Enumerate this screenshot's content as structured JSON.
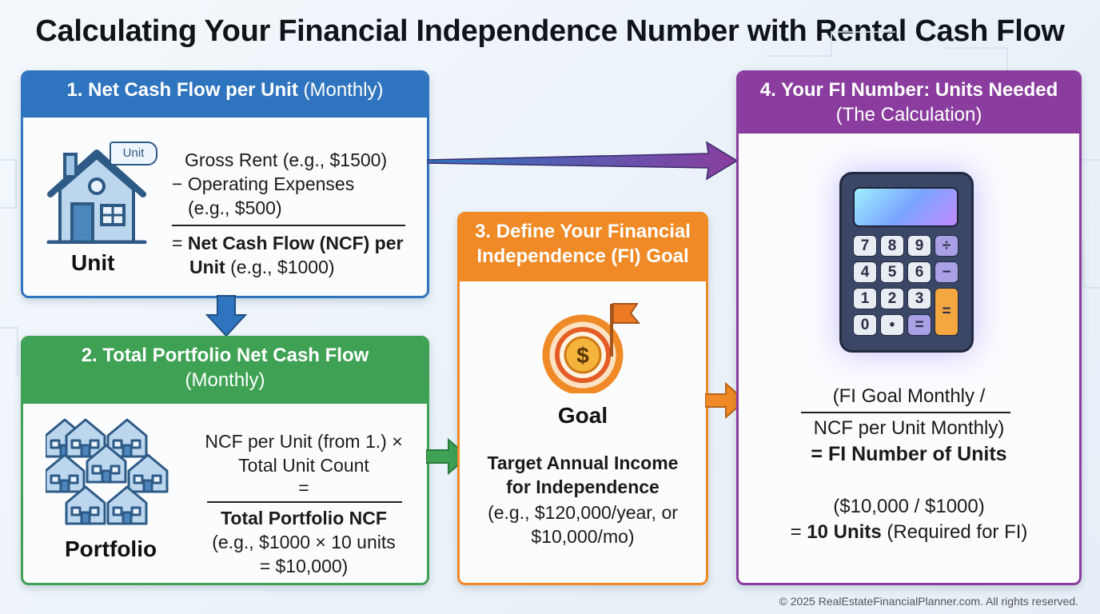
{
  "title": "Calculating Your Financial Independence Number with Rental Cash Flow",
  "colors": {
    "blue": "#2f74bf",
    "green": "#3ea154",
    "orange": "#ef8a26",
    "purple": "#8a3d9e"
  },
  "box1": {
    "heading_bold": "1. Net Cash Flow per Unit",
    "heading_light": "(Monthly)",
    "tag": "Unit",
    "icon_label": "Unit",
    "line1": "Gross Rent (e.g., $1500)",
    "line2": "− Operating Expenses",
    "line3": "(e.g., $500)",
    "result_prefix": "= ",
    "result_bold": "Net Cash Flow (NCF) per",
    "result_bold2": "Unit",
    "result_tail": " (e.g., $1000)"
  },
  "box2": {
    "heading1": "2. Total Portfolio Net Cash Flow",
    "heading2": "(Monthly)",
    "icon_label": "Portfolio",
    "line1": "NCF per Unit (from 1.) ×",
    "line2": "Total Unit Count",
    "line3": "=",
    "result_bold": "Total Portfolio NCF",
    "line5": "(e.g., $1000 × 10 units",
    "line6": "= $10,000)"
  },
  "box3": {
    "heading1": "3. Define Your Financial",
    "heading2": "Independence (FI) Goal",
    "icon_label": "Goal",
    "bold1": "Target Annual Income",
    "bold2": "for Independence",
    "line3": "(e.g., $120,000/year, or",
    "line4": "$10,000/mo)"
  },
  "box4": {
    "heading1": "4. Your FI Number: Units Needed",
    "heading2": "(The Calculation)",
    "calc_keys": [
      "7",
      "8",
      "9",
      "÷",
      "4",
      "5",
      "6",
      "−",
      "1",
      "2",
      "3",
      "0",
      "•",
      "=",
      "="
    ],
    "formula1": "(FI Goal Monthly /",
    "formula2": "NCF per Unit Monthly)",
    "formula3": "= FI Number of Units",
    "example1": "($10,000 / $1000)",
    "example2_prefix": "= ",
    "example2_bold": "10 Units",
    "example2_tail": " (Required for FI)"
  },
  "footer": "© 2025 RealEstateFinancialPlanner.com. All rights reserved."
}
